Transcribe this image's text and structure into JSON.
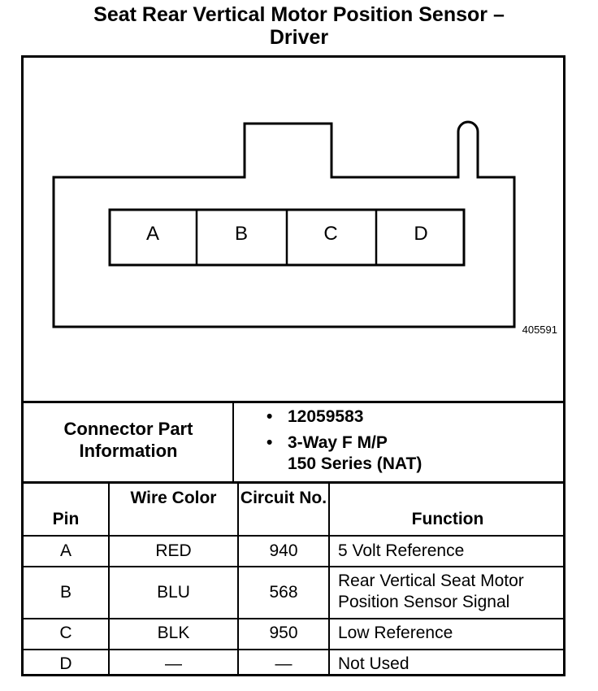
{
  "title": "Seat Rear Vertical Motor Position Sensor –\nDriver",
  "diagram": {
    "pins": [
      "A",
      "B",
      "C",
      "D"
    ],
    "id": "405591"
  },
  "connector_part_info": {
    "label": "Connector Part Information",
    "items": [
      "12059583",
      "3-Way F M/P\n150 Series (NAT)"
    ]
  },
  "table": {
    "headers": {
      "pin": "Pin",
      "wire_color": "Wire Color",
      "circuit_no": "Circuit No.",
      "function": "Function"
    },
    "rows": [
      {
        "pin": "A",
        "wire_color": "RED",
        "circuit_no": "940",
        "function": "5 Volt Reference"
      },
      {
        "pin": "B",
        "wire_color": "BLU",
        "circuit_no": "568",
        "function": "Rear Vertical Seat Motor Position Sensor Signal"
      },
      {
        "pin": "C",
        "wire_color": "BLK",
        "circuit_no": "950",
        "function": "Low Reference"
      },
      {
        "pin": "D",
        "wire_color": "—",
        "circuit_no": "—",
        "function": "Not Used"
      }
    ]
  }
}
